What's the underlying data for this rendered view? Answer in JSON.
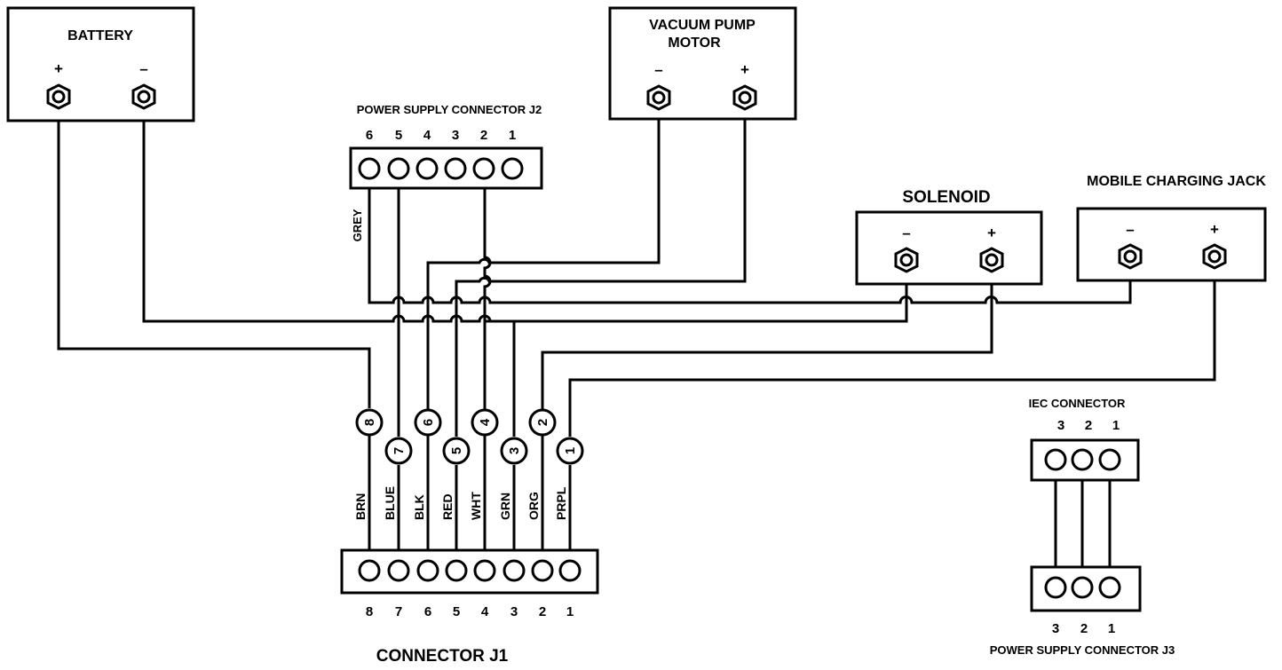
{
  "battery": {
    "title": "BATTERY",
    "plus": "+",
    "minus": "–"
  },
  "vacuum_pump_motor": {
    "title_line1": "VACUUM PUMP",
    "title_line2": "MOTOR",
    "minus": "–",
    "plus": "+"
  },
  "power_supply_j2": {
    "title": "POWER SUPPLY CONNECTOR J2",
    "pins": [
      "6",
      "5",
      "4",
      "3",
      "2",
      "1"
    ],
    "grey_wire": "GREY"
  },
  "solenoid": {
    "title": "SOLENOID",
    "minus": "–",
    "plus": "+"
  },
  "mobile_charging_jack": {
    "title": "MOBILE CHARGING JACK",
    "minus": "–",
    "plus": "+"
  },
  "connector_j1": {
    "title": "CONNECTOR J1",
    "pins": [
      "8",
      "7",
      "6",
      "5",
      "4",
      "3",
      "2",
      "1"
    ],
    "wires": [
      {
        "pin": "8",
        "color": "BRN"
      },
      {
        "pin": "7",
        "color": "BLUE"
      },
      {
        "pin": "6",
        "color": "BLK"
      },
      {
        "pin": "5",
        "color": "RED"
      },
      {
        "pin": "4",
        "color": "WHT"
      },
      {
        "pin": "3",
        "color": "GRN"
      },
      {
        "pin": "2",
        "color": "ORG"
      },
      {
        "pin": "1",
        "color": "PRPL"
      }
    ]
  },
  "iec_connector": {
    "title": "IEC CONNECTOR",
    "pins": [
      "3",
      "2",
      "1"
    ]
  },
  "power_supply_j3": {
    "title": "POWER SUPPLY CONNECTOR J3",
    "pins": [
      "3",
      "2",
      "1"
    ]
  }
}
